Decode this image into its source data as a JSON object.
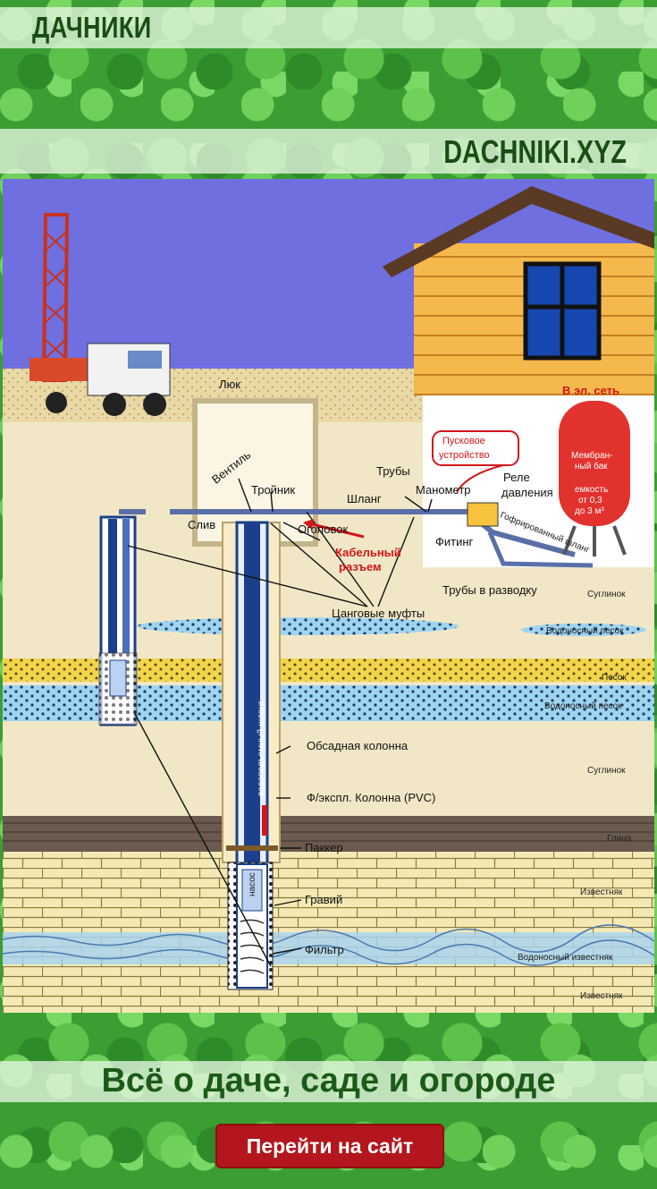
{
  "header": {
    "brand": "ДАЧНИКИ",
    "site": "DACHNIKI.XYZ"
  },
  "diagram": {
    "labels": {
      "luk": "Люк",
      "v_el_set": "В эл. сеть",
      "puskovoe": "Пусковое",
      "ustroystvo": "устройство",
      "membran1": "Мембран-",
      "membran2": "ный бак",
      "emkost1": "емкость",
      "emkost2": "от 0,3",
      "emkost3": "до 3 м³",
      "ventil": "Вентиль",
      "troynik": "Тройник",
      "truby": "Трубы",
      "shlang": "Шланг",
      "manometr": "Манометр",
      "rele1": "Реле",
      "rele2": "давления",
      "sliv": "Слив",
      "ogolovok": "Оголовок",
      "kabel1": "Кабельный",
      "kabel2": "разъем",
      "fiting": "Фитинг",
      "gofr_shlang": "Гофрированный шланг",
      "truby_razvod": "Трубы в разводку",
      "tsang": "Цанговые муфты",
      "obsad": "Обсадная колонна",
      "ekspl": "Ф/экспл. Колонна (PVC)",
      "vodopod": "водоподъемный шланг",
      "packer": "Паккер",
      "graviy": "Гравий",
      "nasos": "насос",
      "filtr": "Фильтр"
    },
    "layers": {
      "suglinok1": "Суглинок",
      "vodonos_pesok1": "Водоносный песок",
      "pesok": "Песок",
      "vodonos_pesok2": "Водоносный песок",
      "suglinok2": "Суглинок",
      "glina": "Глина",
      "izvestnyak1": "Известняк",
      "vodonos_izv": "Водоносный известняк",
      "izvestnyak2": "Известняк"
    }
  },
  "footer": {
    "tagline": "Всё о даче, саде и огороде",
    "cta": "Перейти на сайт"
  },
  "colors": {
    "sky": "#6f6fe0",
    "ground": "#f1e7c7",
    "brick": "#f4e9b4",
    "cta": "#b3161c",
    "tank": "#e2322e"
  }
}
